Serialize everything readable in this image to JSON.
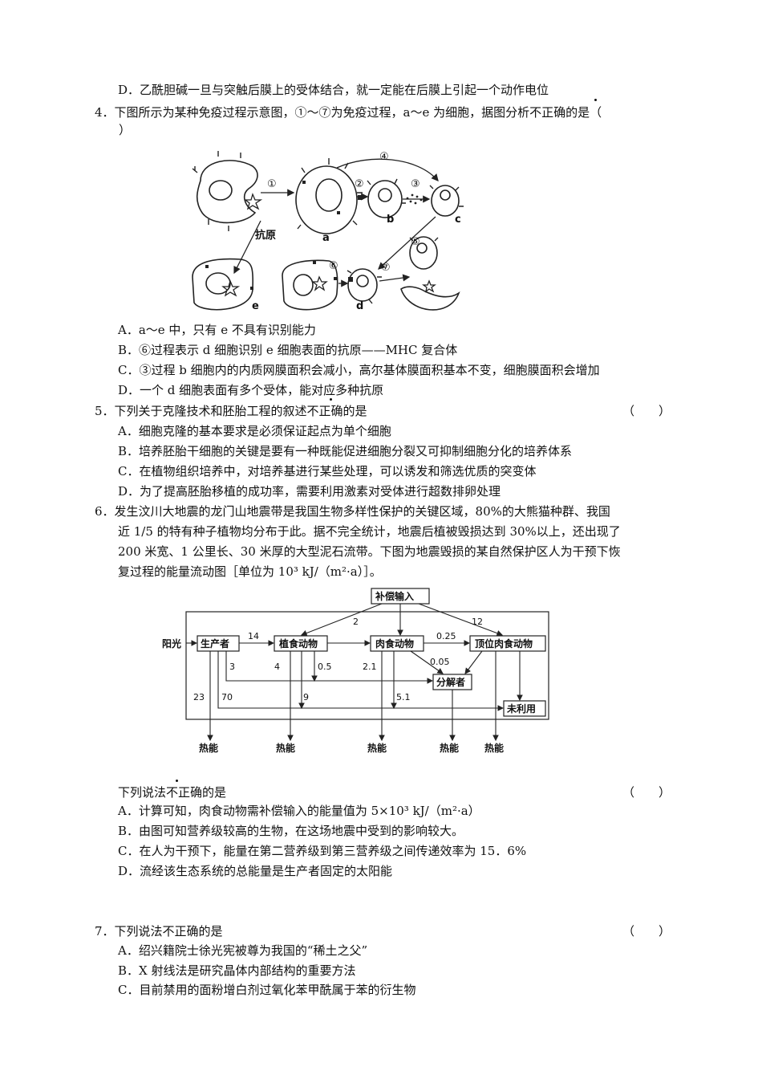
{
  "q3": {
    "optD": "D．乙酰胆碱一旦与突触后膜上的受体结合，就一定能在后膜上引起一个动作电位"
  },
  "q4": {
    "stem1": "4．下图所示为某种免疫过程示意图，①～⑦为免疫过程，a～e 为细胞，据图分析不正确的是（",
    "stem2": "）",
    "figure": {
      "antigen_label": "抗原",
      "steps": [
        "①",
        "②",
        "③",
        "④",
        "⑤",
        "⑥",
        "⑦"
      ],
      "cells": [
        "a",
        "b",
        "c",
        "d",
        "e"
      ]
    },
    "optA": "A．a～e 中，只有 e 不具有识别能力",
    "optB": "B．⑥过程表示 d 细胞识别 e 细胞表面的抗原——MHC 复合体",
    "optC": "C．③过程 b 细胞内的内质网膜面积会减小，高尔基体膜面积基本不变，细胞膜面积会增加",
    "optD": "D．一个 d 细胞表面有多个受体，能对应多种抗原"
  },
  "q5": {
    "stem": "5．下列关于克隆技术和胚胎工程的叙述不正确的是",
    "paren": "（　　）",
    "optA": "A．细胞克隆的基本要求是必须保证起点为单个细胞",
    "optB": "B．培养胚胎干细胞的关键是要有一种既能促进细胞分裂又可抑制细胞分化的培养体系",
    "optC": "C．在植物组织培养中，对培养基进行某些处理，可以诱发和筛选优质的突变体",
    "optD": "D．为了提高胚胎移植的成功率，需要利用激素对受体进行超数排卵处理"
  },
  "q6": {
    "stem1": "6．发生汶川大地震的龙门山地震带是我国生物多样性保护的关键区域，80%的大熊猫种群、我国",
    "stem2": "近 1/5 的特有种子植物均分布于此。据不完全统计，地震后植被毁损达到 30%以上，还出现了",
    "stem3": "200 米宽、1 公里长、30 米厚的大型泥石流带。下图为地震毁损的某自然保护区人为干预下恢",
    "stem4": "复过程的能量流动图［单位为 10³ kJ/（m²·a）］。",
    "diagram": {
      "compensation": "补偿输入",
      "sunlight": "阳光",
      "producer": "生产者",
      "herbivore": "植食动物",
      "carnivore": "肉食动物",
      "top": "顶位肉食动物",
      "decomposer": "分解者",
      "unused": "未利用",
      "heat": "热能",
      "values": {
        "comp_to_herb": "2",
        "comp_to_top": "12",
        "prod_to_herb": "14",
        "carn_to_top": "0.25",
        "carn_to_decomp": "0.05",
        "prod_decomp": "3",
        "prod_heat": "23",
        "prod_unused": "70",
        "herb_heat": "4",
        "herb_unused": "9",
        "herb_decomp": "0.5",
        "carn_heat": "2.1",
        "carn_unused": "5.1"
      }
    },
    "q": "下列说法不正确的是",
    "paren": "（　　）",
    "optA": "A．计算可知，肉食动物需补偿输入的能量值为 5×10³ kJ/（m²·a）",
    "optB": "B．由图可知营养级较高的生物，在这场地震中受到的影响较大。",
    "optC": "C．在人为干预下，能量在第二营养级到第三营养级之间传递效率为 15．6%",
    "optD": "D．流经该生态系统的总能量是生产者固定的太阳能"
  },
  "q7": {
    "stem": "7．下列说法不正确的是",
    "paren": "（　　）",
    "optA": "A．绍兴籍院士徐光宪被尊为我国的“稀土之父”",
    "optB": "B．X 射线法是研究晶体内部结构的重要方法",
    "optC": "C．目前禁用的面粉增白剂过氧化苯甲酰属于苯的衍生物"
  }
}
